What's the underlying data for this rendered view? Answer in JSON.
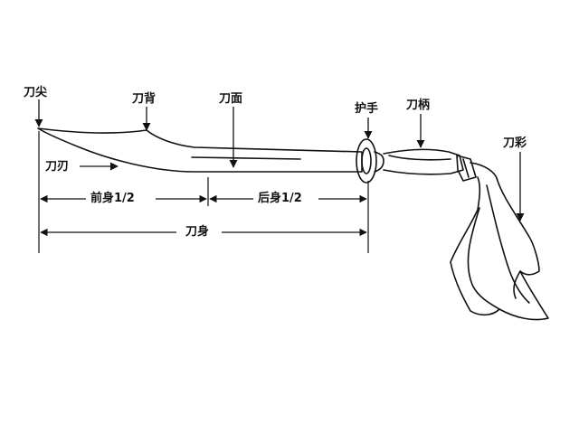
{
  "labels": {
    "tip": "刀尖",
    "spine": "刀背",
    "face": "刀面",
    "edge": "刀刃",
    "guard": "护手",
    "handle": "刀柄",
    "tassel": "刀彩",
    "front_half": "前身1/2",
    "back_half": "后身1/2",
    "body": "刀身"
  },
  "colors": {
    "ink": "#111111",
    "background": "#ffffff"
  }
}
